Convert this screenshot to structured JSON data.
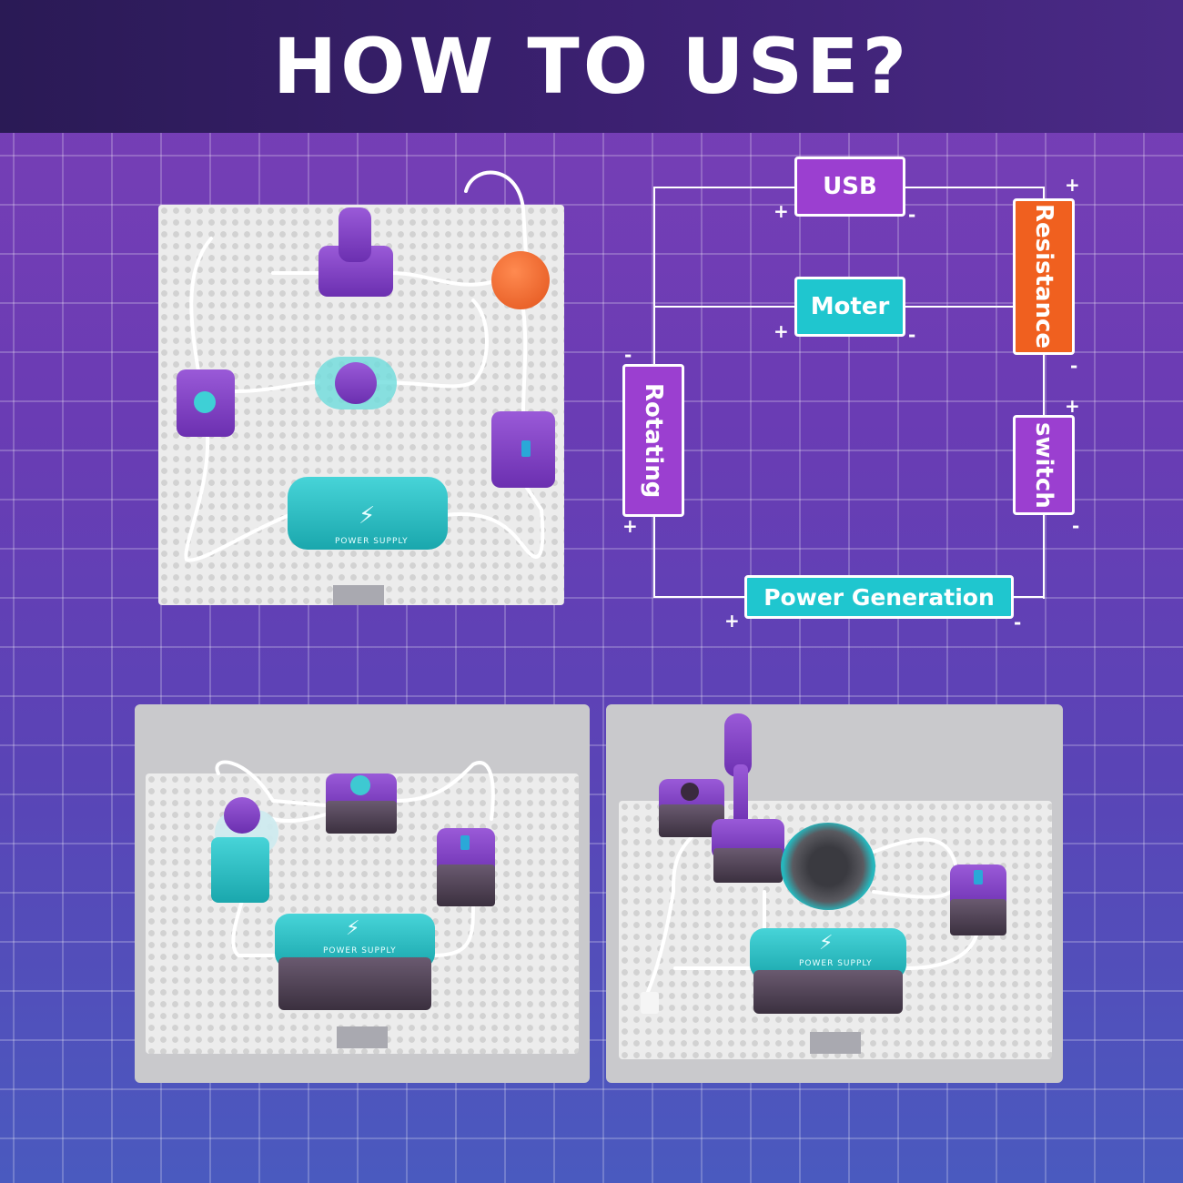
{
  "header": {
    "title": "HOW TO USE?"
  },
  "schematic": {
    "usb": "USB",
    "moter": "Moter",
    "resistance": "Resistance",
    "rotating": "Rotating",
    "switch": "switch",
    "power_generation": "Power Generation",
    "plus": "+",
    "minus": "-"
  },
  "photos": {
    "power_supply_label": "POWER SUPPLY"
  },
  "colors": {
    "purple": "#9b3fd0",
    "teal": "#1fc6cf",
    "orange": "#f0601f"
  }
}
